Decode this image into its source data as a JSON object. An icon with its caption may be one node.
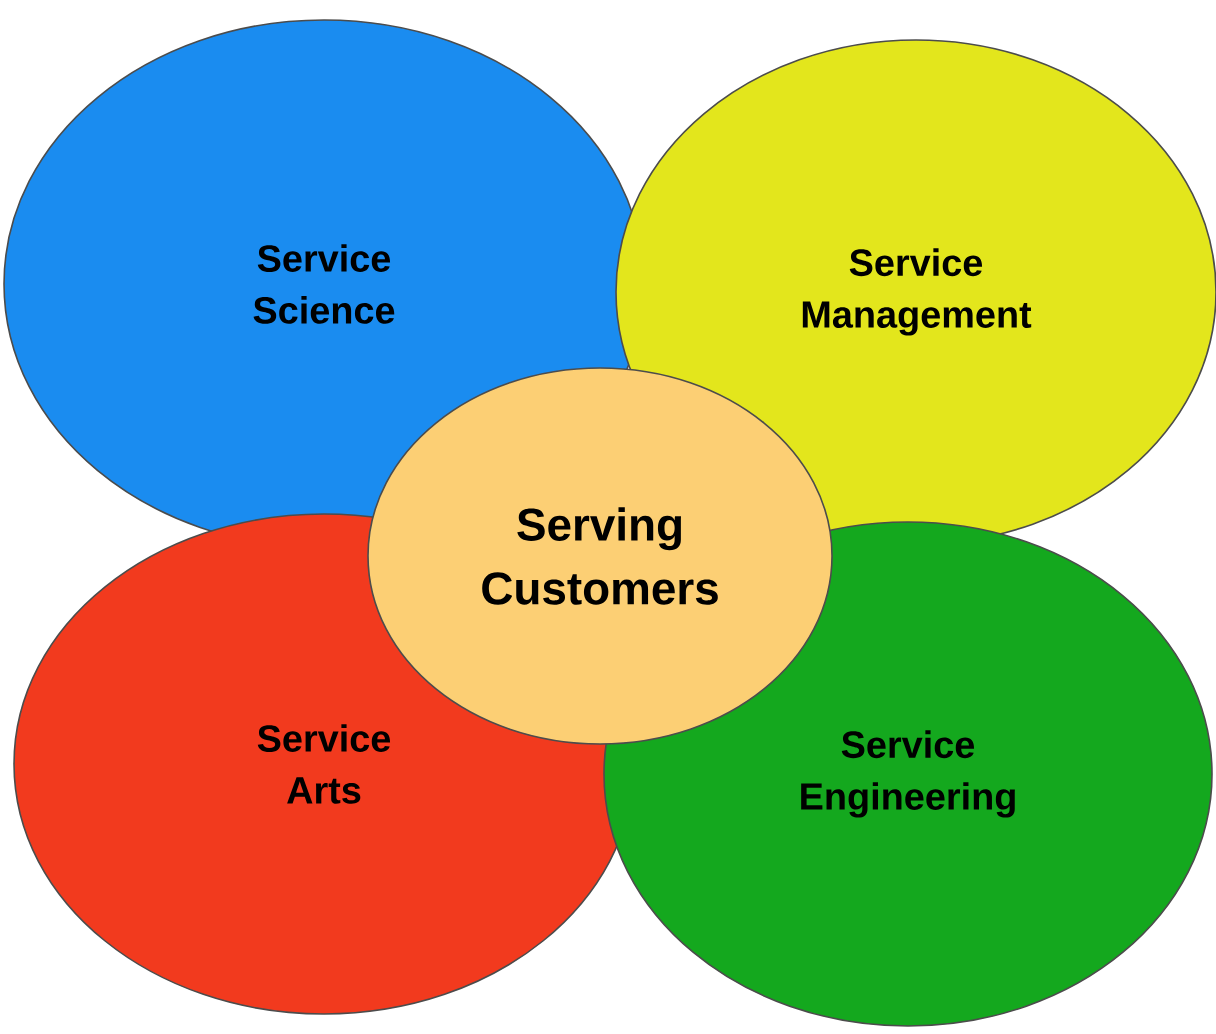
{
  "diagram": {
    "nodes": [
      {
        "text": [
          "Service Science"
        ]
      },
      {
        "text": [
          "Service Management"
        ]
      },
      {
        "text": [
          "Serving Customers"
        ]
      },
      {
        "text": [
          "Service Arts"
        ]
      },
      {
        "text": [
          "Service Engineering"
        ]
      }
    ]
  }
}
